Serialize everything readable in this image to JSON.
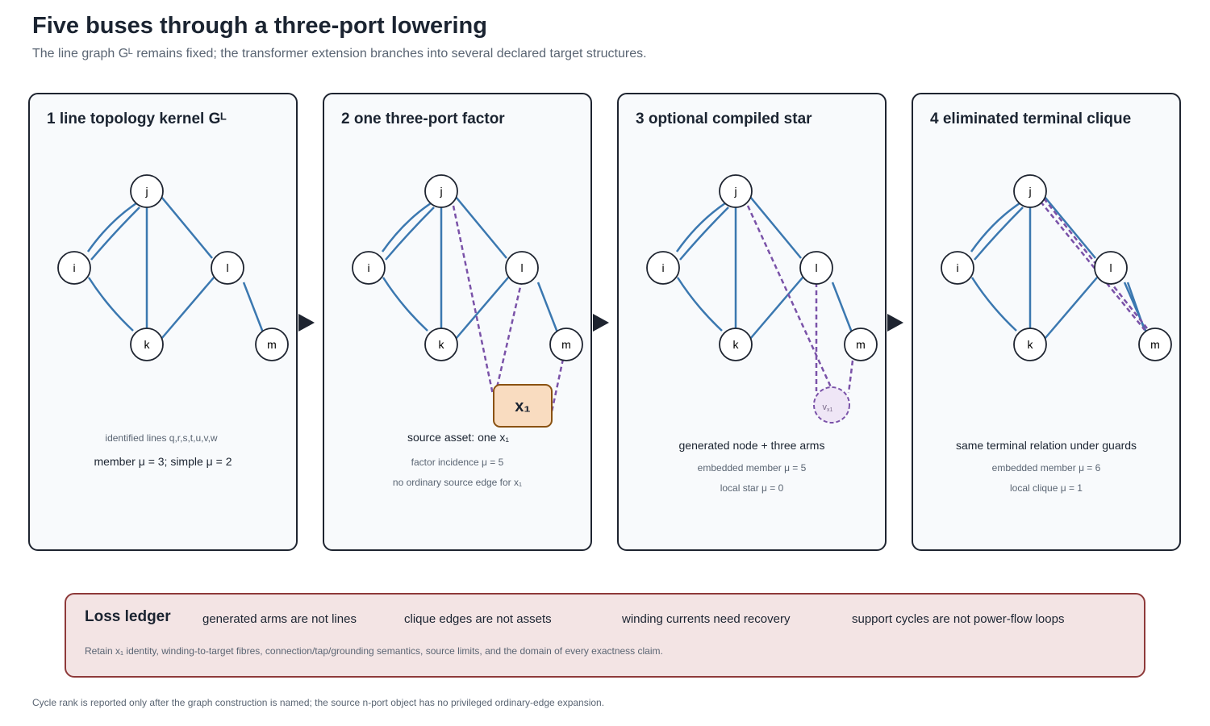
{
  "title": "Five buses through a three-port lowering",
  "subtitle": "The line graph Gᴸ remains fixed; the transformer extension branches into several declared target structures.",
  "colors": {
    "edge": "#3b78b0",
    "extension": "#7a52a8",
    "asset_fill": "#f9dcc0",
    "asset_stroke": "#8a5212",
    "virtual_fill": "#efe6f6",
    "panel_bg": "#f8fafc",
    "ledger_bg": "#f3e4e4",
    "ledger_border": "#8e3a3a"
  },
  "nodes": {
    "i": "i",
    "j": "j",
    "k": "k",
    "l": "l",
    "m": "m"
  },
  "panels": [
    {
      "title": "1 line topology kernel Gᴸ",
      "captions": [
        "identified lines q,r,s,t,u,v,w",
        "member μ = 3; simple μ = 2"
      ]
    },
    {
      "title": "2 one three-port factor",
      "asset_label": "x₁",
      "captions": [
        "source asset: one x₁",
        "factor incidence μ = 5",
        "no ordinary source edge for x₁"
      ]
    },
    {
      "title": "3 optional compiled star",
      "virtual_label": "v",
      "virtual_sub": "x1",
      "captions": [
        "generated node + three arms",
        "embedded member μ = 5",
        "local star μ = 0"
      ]
    },
    {
      "title": "4 eliminated terminal clique",
      "captions": [
        "same terminal relation under guards",
        "embedded member μ = 6",
        "local clique μ = 1"
      ]
    }
  ],
  "ledger": {
    "title": "Loss ledger",
    "items": [
      "generated arms are not lines",
      "clique edges are not assets",
      "winding currents need recovery",
      "support cycles are not power-flow loops"
    ],
    "note": "Retain x₁ identity, winding-to-target fibres, connection/tap/grounding semantics, source limits, and the domain of every exactness claim."
  },
  "footer": "Cycle rank is reported only after the graph construction is named; the source n-port object has no privileged ordinary-edge expansion."
}
